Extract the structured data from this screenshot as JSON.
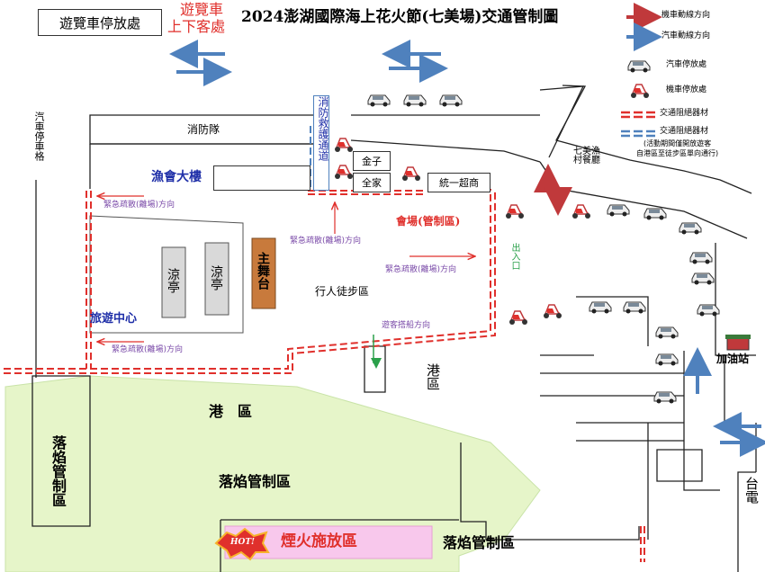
{
  "header": {
    "bus_parking": "遊覽車停放處",
    "bus_dropoff_line1": "遊覽車",
    "bus_dropoff_line2": "上下客處",
    "title": "2024澎湖國際海上花火節(七美場)交通管制圖"
  },
  "legend": {
    "scooter_direction": "機車動線方向",
    "car_direction": "汽車動線方向",
    "car_parking": "汽車停放處",
    "scooter_parking": "機車停放處",
    "barrier": "交通阻絕器材",
    "barrier_open": "交通阻絕器材",
    "barrier_open_note1": "(活動期間僅開放遊客",
    "barrier_open_note2": "自港區至徒步區單向通行)",
    "colors": {
      "scooter_arrow": "#c0393b",
      "car_arrow": "#4f81bd",
      "barrier_red": "#e0302c"
    }
  },
  "places": {
    "car_parking_left": "汽車停車格",
    "fire_brigade": "消防隊",
    "fire_rescue_lane": "消防救護通道",
    "fishermen_building": "漁會大樓",
    "jinzi": "金子",
    "family_mart": "全家",
    "seven_eleven": "統一超商",
    "qimei_restaurant": "七美漁村餐廳",
    "venue": "會場(管制區)",
    "exit": "出入口",
    "pavilion1": "涼亭",
    "pavilion2": "涼亭",
    "main_stage": "主舞台",
    "visitor_center": "旅遊中心",
    "pedestrian_zone": "行人徒步區",
    "evac_top": "緊急疏散(離場)方向",
    "evac_mid": "緊急疏散(離場)方向",
    "evac_right": "緊急疏散(離場)方向",
    "evac_bottom": "緊急疏散(離場)方向",
    "boarding_direction": "遊客搭船方向",
    "harbor_area": "港區",
    "harbor_area_left": "港　區",
    "gas_station": "加油站",
    "fallout_left": "落焰管制區",
    "fallout_center": "落焰管制區",
    "fallout_bottom": "落焰管制區",
    "fireworks_zone": "煙火施放區",
    "hot_badge": "HOT!",
    "taipower": "台電"
  },
  "icons": [
    "car-icon",
    "scooter-icon",
    "gas-station-icon",
    "hot-badge-icon"
  ]
}
